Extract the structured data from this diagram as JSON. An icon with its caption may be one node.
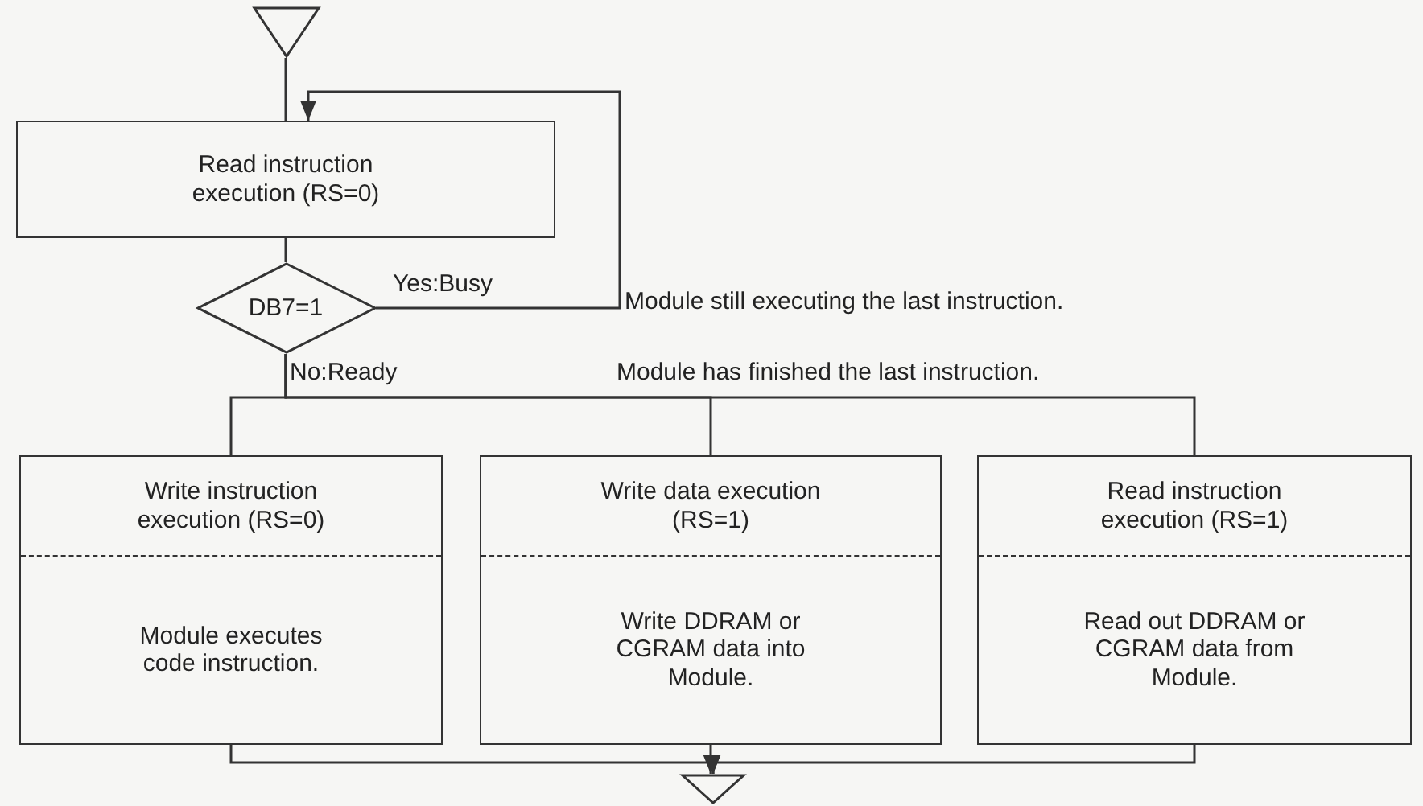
{
  "diagram": {
    "nodes": [
      {
        "text": [],
        "shape": "triangle"
      },
      {
        "text": [
          "Read instruction execution (RS=0)"
        ]
      },
      {
        "text": [
          "DB7=1"
        ]
      },
      {
        "text": [
          "Write instruction execution (RS=0)",
          "Module executes code instruction."
        ]
      },
      {
        "text": [
          "Write data execution (RS=1)",
          "Write DDRAM or CGRAM data into Module."
        ]
      },
      {
        "text": [
          "Read instruction execution (RS=1)",
          "Read out DDRAM or CGRAM data from Module."
        ]
      },
      {
        "text": [],
        "shape": "triangle"
      }
    ],
    "edges": [
      {
        "from": 0,
        "to": 1,
        "arrow": "none"
      },
      {
        "from": 1,
        "to": 2,
        "arrow": "none"
      },
      {
        "from": 2,
        "to": 1,
        "arrow": "to",
        "label": "Yes:Busy"
      },
      {
        "from": 2,
        "to": 3,
        "arrow": "none"
      },
      {
        "from": 2,
        "to": 4,
        "arrow": "none"
      },
      {
        "from": 2,
        "to": 5,
        "arrow": "none"
      },
      {
        "from": 3,
        "to": 6,
        "arrow": "to"
      },
      {
        "from": 4,
        "to": 6,
        "arrow": "to"
      },
      {
        "from": 5,
        "to": 6,
        "arrow": "to"
      }
    ],
    "labels": [
      "Module still executing the last instruction.",
      "No:Ready",
      "Module has finished the last instruction."
    ]
  }
}
